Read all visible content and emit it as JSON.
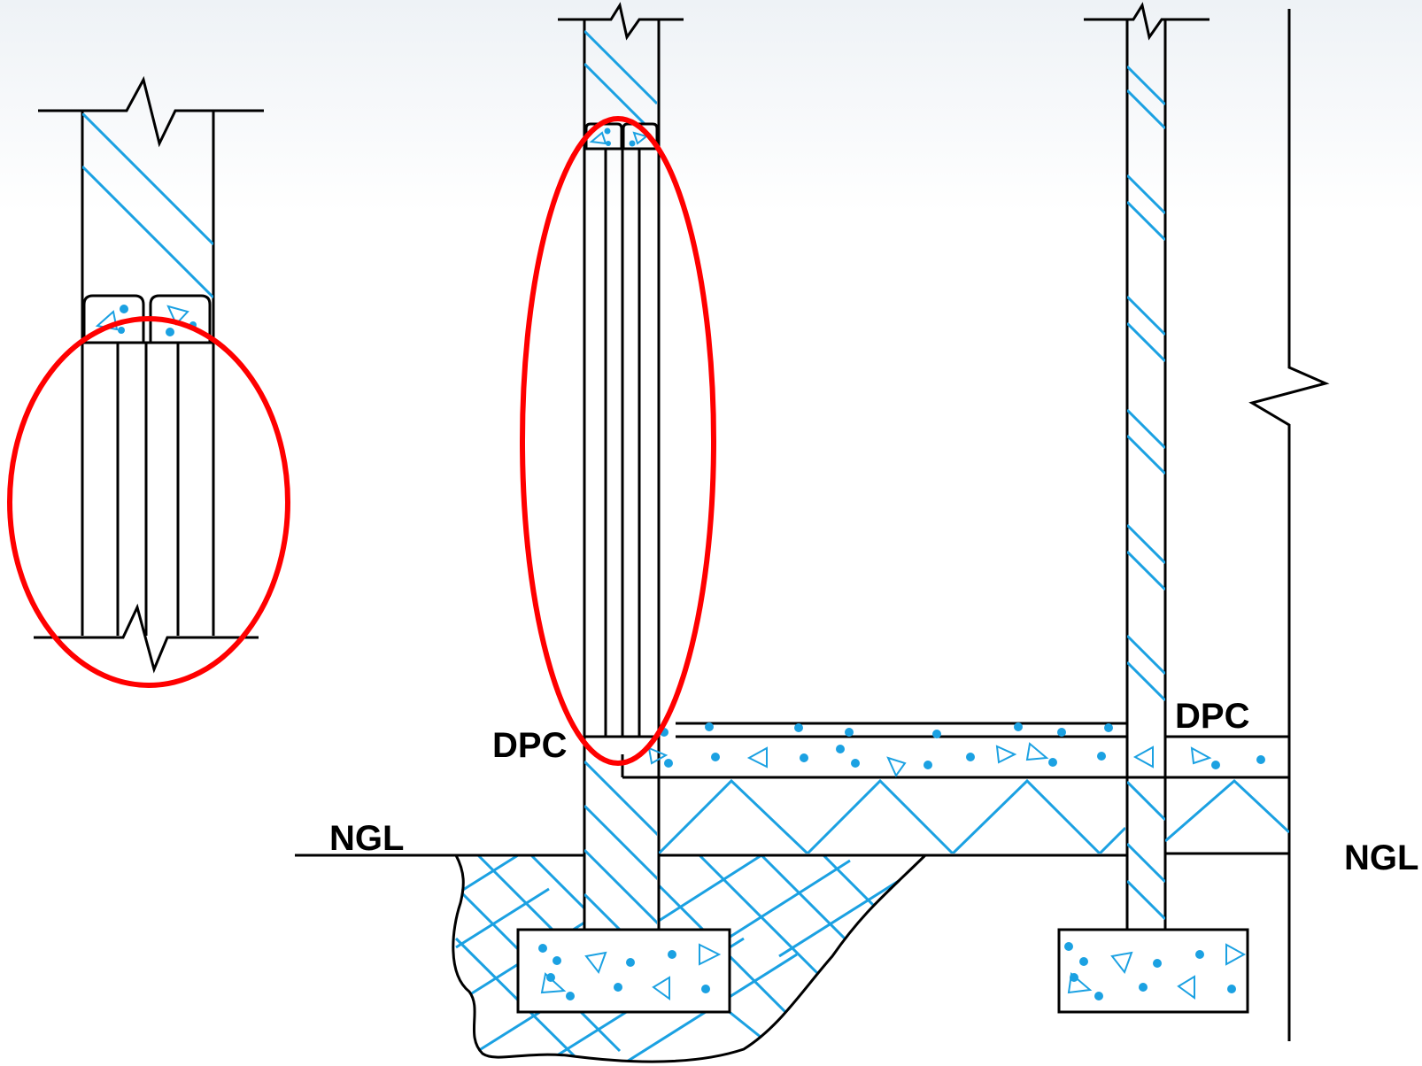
{
  "labels": {
    "dpc_left": "DPC",
    "dpc_right": "DPC",
    "ngl_left": "NGL",
    "ngl_right": "NGL"
  },
  "colors": {
    "outline": "#000000",
    "hatch": "#1ba1e2",
    "highlight": "#ff0000"
  }
}
